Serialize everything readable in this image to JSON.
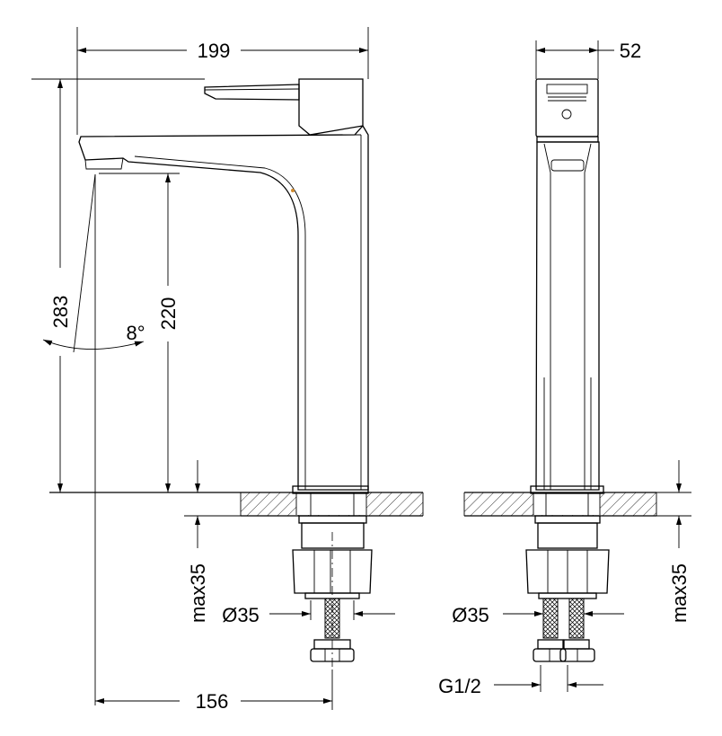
{
  "drawing": {
    "dimensions": {
      "width_total": "199",
      "width_side": "52",
      "height_total": "283",
      "height_spout": "220",
      "angle": "8°",
      "max_thickness_left": "max35",
      "max_thickness_right": "max35",
      "hole_left": "Ø35",
      "hole_right": "Ø35",
      "reach": "156",
      "thread": "G1/2"
    },
    "colors": {
      "line": "#000000",
      "background": "#ffffff",
      "accent": "#d08a2e"
    }
  }
}
